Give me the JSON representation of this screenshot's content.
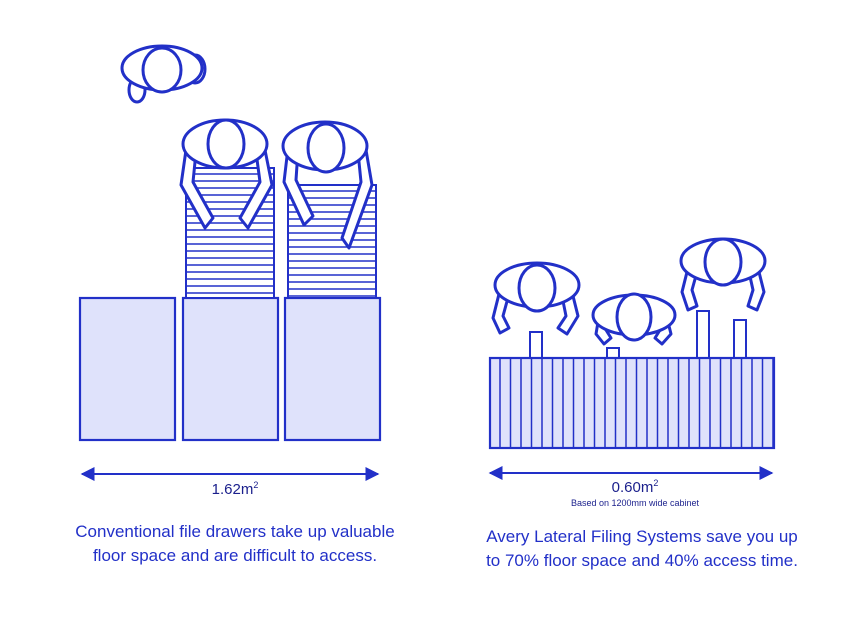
{
  "colors": {
    "stroke": "#2230c8",
    "fill": "#dfe2fb",
    "text": "#2230c8",
    "label": "#1a1f8c"
  },
  "left_panel": {
    "area_value": "1.62m",
    "area_unit_sup": "2",
    "caption_line1": "Conventional file drawers take up valuable",
    "caption_line2": "floor space and are difficult to access."
  },
  "right_panel": {
    "area_value": "0.60m",
    "area_unit_sup": "2",
    "area_note": "Based on 1200mm wide cabinet",
    "caption_line1": "Avery Lateral Filing Systems save you up",
    "caption_line2": "to 70% floor space and 40% access time."
  }
}
